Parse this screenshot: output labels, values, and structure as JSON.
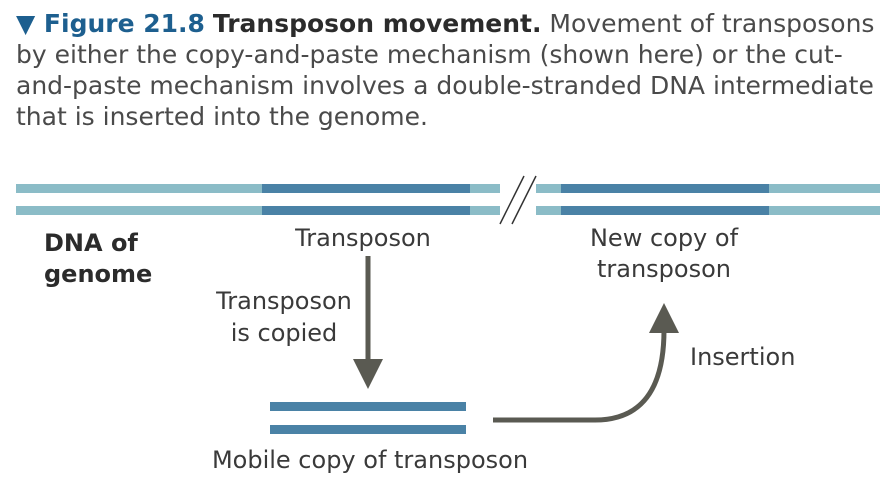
{
  "caption": {
    "figure_label": "▼ Figure 21.8",
    "title": "Transposon movement.",
    "text": "Movement of transposons by either the copy-and-paste mechanism (shown here) or the cut-and-paste mechanism involves a double-stranded DNA intermediate that is inserted into the genome."
  },
  "labels": {
    "dna_line1": "DNA of",
    "dna_line2": "genome",
    "transposon": "Transposon",
    "copied_line1": "Transposon",
    "copied_line2": "is copied",
    "new_copy_line1": "New copy of",
    "new_copy_line2": "transposon",
    "insertion": "Insertion",
    "mobile_copy": "Mobile copy of transposon"
  },
  "colors": {
    "dna_light": "#8bbcc7",
    "transposon_dark": "#4a82a6",
    "arrow_gray": "#5a5a52"
  }
}
